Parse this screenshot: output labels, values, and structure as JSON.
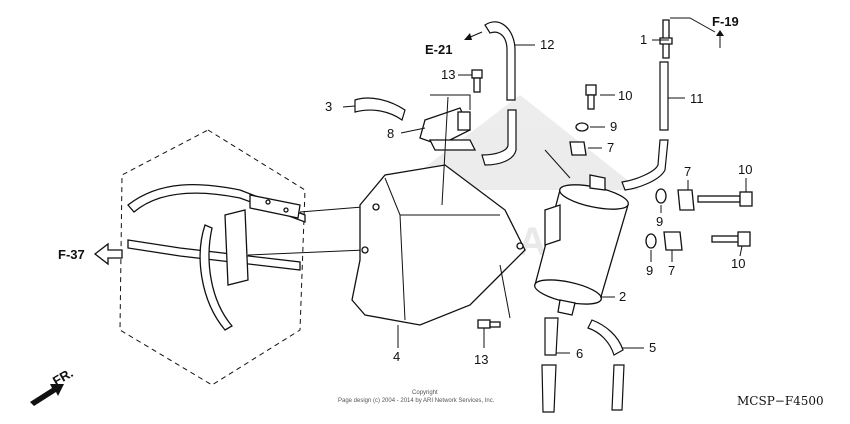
{
  "parts": [
    {
      "id": "lbl-1",
      "text": "1"
    },
    {
      "id": "lbl-2",
      "text": "2"
    },
    {
      "id": "lbl-3",
      "text": "3"
    },
    {
      "id": "lbl-4",
      "text": "4"
    },
    {
      "id": "lbl-5",
      "text": "5"
    },
    {
      "id": "lbl-6",
      "text": "6"
    },
    {
      "id": "lbl-7a",
      "text": "7"
    },
    {
      "id": "lbl-7b",
      "text": "7"
    },
    {
      "id": "lbl-7c",
      "text": "7"
    },
    {
      "id": "lbl-8",
      "text": "8"
    },
    {
      "id": "lbl-9a",
      "text": "9"
    },
    {
      "id": "lbl-9b",
      "text": "9"
    },
    {
      "id": "lbl-9c",
      "text": "9"
    },
    {
      "id": "lbl-10a",
      "text": "10"
    },
    {
      "id": "lbl-10b",
      "text": "10"
    },
    {
      "id": "lbl-10c",
      "text": "10"
    },
    {
      "id": "lbl-11",
      "text": "11"
    },
    {
      "id": "lbl-12",
      "text": "12"
    },
    {
      "id": "lbl-13a",
      "text": "13"
    },
    {
      "id": "lbl-13b",
      "text": "13"
    }
  ],
  "refs": {
    "e21": "E-21",
    "f19": "F-19",
    "f37": "F-37",
    "fr": "FR."
  },
  "diagram_code": "MCSP−F4500",
  "watermark": "HONDA",
  "copyright_line1": "Copyright",
  "copyright_line2": "Page design (c) 2004 - 2014 by ARI Network Services, Inc."
}
